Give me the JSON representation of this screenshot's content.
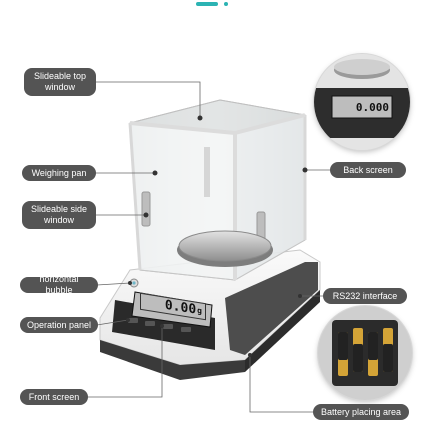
{
  "labels": {
    "slide_top": "Slideable top\nwindow",
    "weighing_pan": "Weighing pan",
    "slide_side": "Slideable side\nwindow",
    "bubble": "horizontal bubble",
    "operation_panel": "Operation panel",
    "front_screen": "Front screen",
    "back_screen": "Back screen",
    "rs232": "RS232 interface",
    "battery": "Battery placing area"
  },
  "display": {
    "front_value": "0.00",
    "front_unit": "g",
    "back_value": "0.000"
  },
  "colors": {
    "accent": "#2bb3b3",
    "label_bg": "#545454",
    "line": "#666666"
  }
}
